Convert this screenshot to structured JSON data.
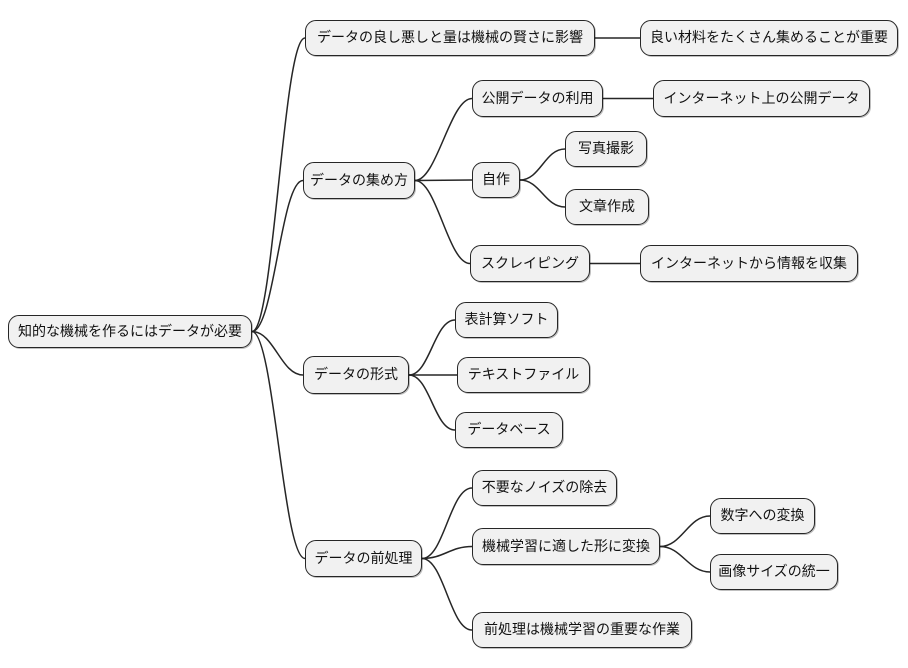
{
  "colors": {
    "background": "#ffffff",
    "node_fill": "#f1f1f1",
    "node_border": "#262626",
    "edge_line": "#262626",
    "text": "#111111"
  },
  "mindmap": {
    "id": "root",
    "label": "知的な機械を作るにはデータが必要",
    "children": [
      {
        "id": "data-quality",
        "label": "データの良し悪しと量は機械の賢さに影響",
        "children": [
          {
            "id": "good-materials",
            "label": "良い材料をたくさん集めることが重要"
          }
        ]
      },
      {
        "id": "data-collection",
        "label": "データの集め方",
        "children": [
          {
            "id": "public-data",
            "label": "公開データの利用",
            "children": [
              {
                "id": "internet-public-data",
                "label": "インターネット上の公開データ"
              }
            ]
          },
          {
            "id": "self-made",
            "label": "自作",
            "children": [
              {
                "id": "photo-shooting",
                "label": "写真撮影"
              },
              {
                "id": "text-writing",
                "label": "文章作成"
              }
            ]
          },
          {
            "id": "scraping",
            "label": "スクレイピング",
            "children": [
              {
                "id": "collect-from-internet",
                "label": "インターネットから情報を収集"
              }
            ]
          }
        ]
      },
      {
        "id": "data-format",
        "label": "データの形式",
        "children": [
          {
            "id": "spreadsheet",
            "label": "表計算ソフト"
          },
          {
            "id": "text-file",
            "label": "テキストファイル"
          },
          {
            "id": "database",
            "label": "データベース"
          }
        ]
      },
      {
        "id": "preprocessing",
        "label": "データの前処理",
        "children": [
          {
            "id": "noise-removal",
            "label": "不要なノイズの除去"
          },
          {
            "id": "convert-for-ml",
            "label": "機械学習に適した形に変換",
            "children": [
              {
                "id": "convert-to-numbers",
                "label": "数字への変換"
              },
              {
                "id": "unify-image-size",
                "label": "画像サイズの統一"
              }
            ]
          },
          {
            "id": "preprocessing-important",
            "label": "前処理は機械学習の重要な作業"
          }
        ]
      }
    ]
  }
}
